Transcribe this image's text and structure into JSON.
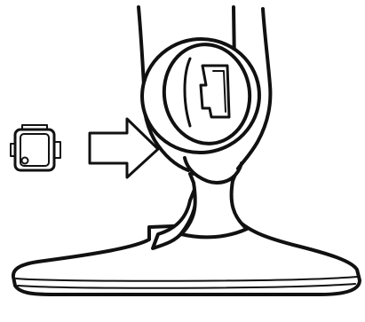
{
  "colors": {
    "ink": "#111111",
    "background": "#ffffff"
  },
  "diagram": {
    "parts": [
      {
        "id": "accessory",
        "icon": "cartridge-icon"
      },
      {
        "id": "direction-arrow",
        "icon": "arrow-right-icon"
      },
      {
        "id": "handle",
        "icon": "handle-icon"
      },
      {
        "id": "receptacle",
        "icon": "ring-socket-icon"
      },
      {
        "id": "neck",
        "icon": "neck-icon"
      },
      {
        "id": "mop-head",
        "icon": "mop-head-icon"
      }
    ]
  }
}
